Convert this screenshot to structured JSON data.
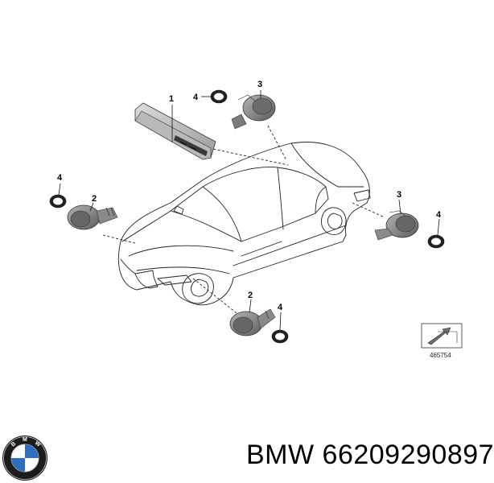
{
  "callouts": {
    "c1": "1",
    "c2a": "2",
    "c2b": "2",
    "c3a": "3",
    "c3b": "3",
    "c4a": "4",
    "c4b": "4",
    "c4c": "4",
    "c4d": "4"
  },
  "reference_number": "465754",
  "brand_label": "BMW",
  "part_number": "66209290897",
  "logo_letters": "BMW",
  "colors": {
    "line": "#111111",
    "sensor_body": "#8f8f8f",
    "sensor_dark": "#5e5e5e",
    "ring": "#2a2a2a",
    "logo_blue": "#2f6fc0"
  }
}
